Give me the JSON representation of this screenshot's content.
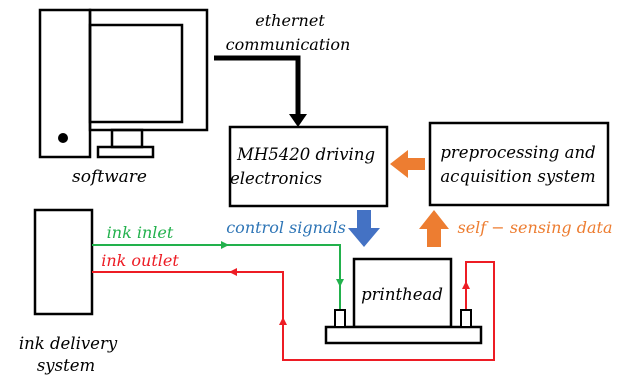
{
  "labels": {
    "ethernet_line1": "ethernet",
    "ethernet_line2": "communication",
    "software": "software",
    "driving_line1": "MH5420 driving",
    "driving_line2": "electronics",
    "preproc_line1": "preprocessing and",
    "preproc_line2": "acquisition system",
    "ink_inlet": "ink inlet",
    "ink_outlet": "ink outlet",
    "control_signals": "control signals",
    "self_sensing": "self − sensing data",
    "printhead": "printhead",
    "ink_delivery_line1": "ink delivery",
    "ink_delivery_line2": "system"
  },
  "colors": {
    "inlet": "#22b14c",
    "outlet": "#ed1c24",
    "control_arrow": "#4472c4",
    "sensing_arrow": "#ed7d31",
    "control_text": "#2e75b6",
    "sensing_text": "#ed7d31",
    "stroke": "#000000"
  }
}
